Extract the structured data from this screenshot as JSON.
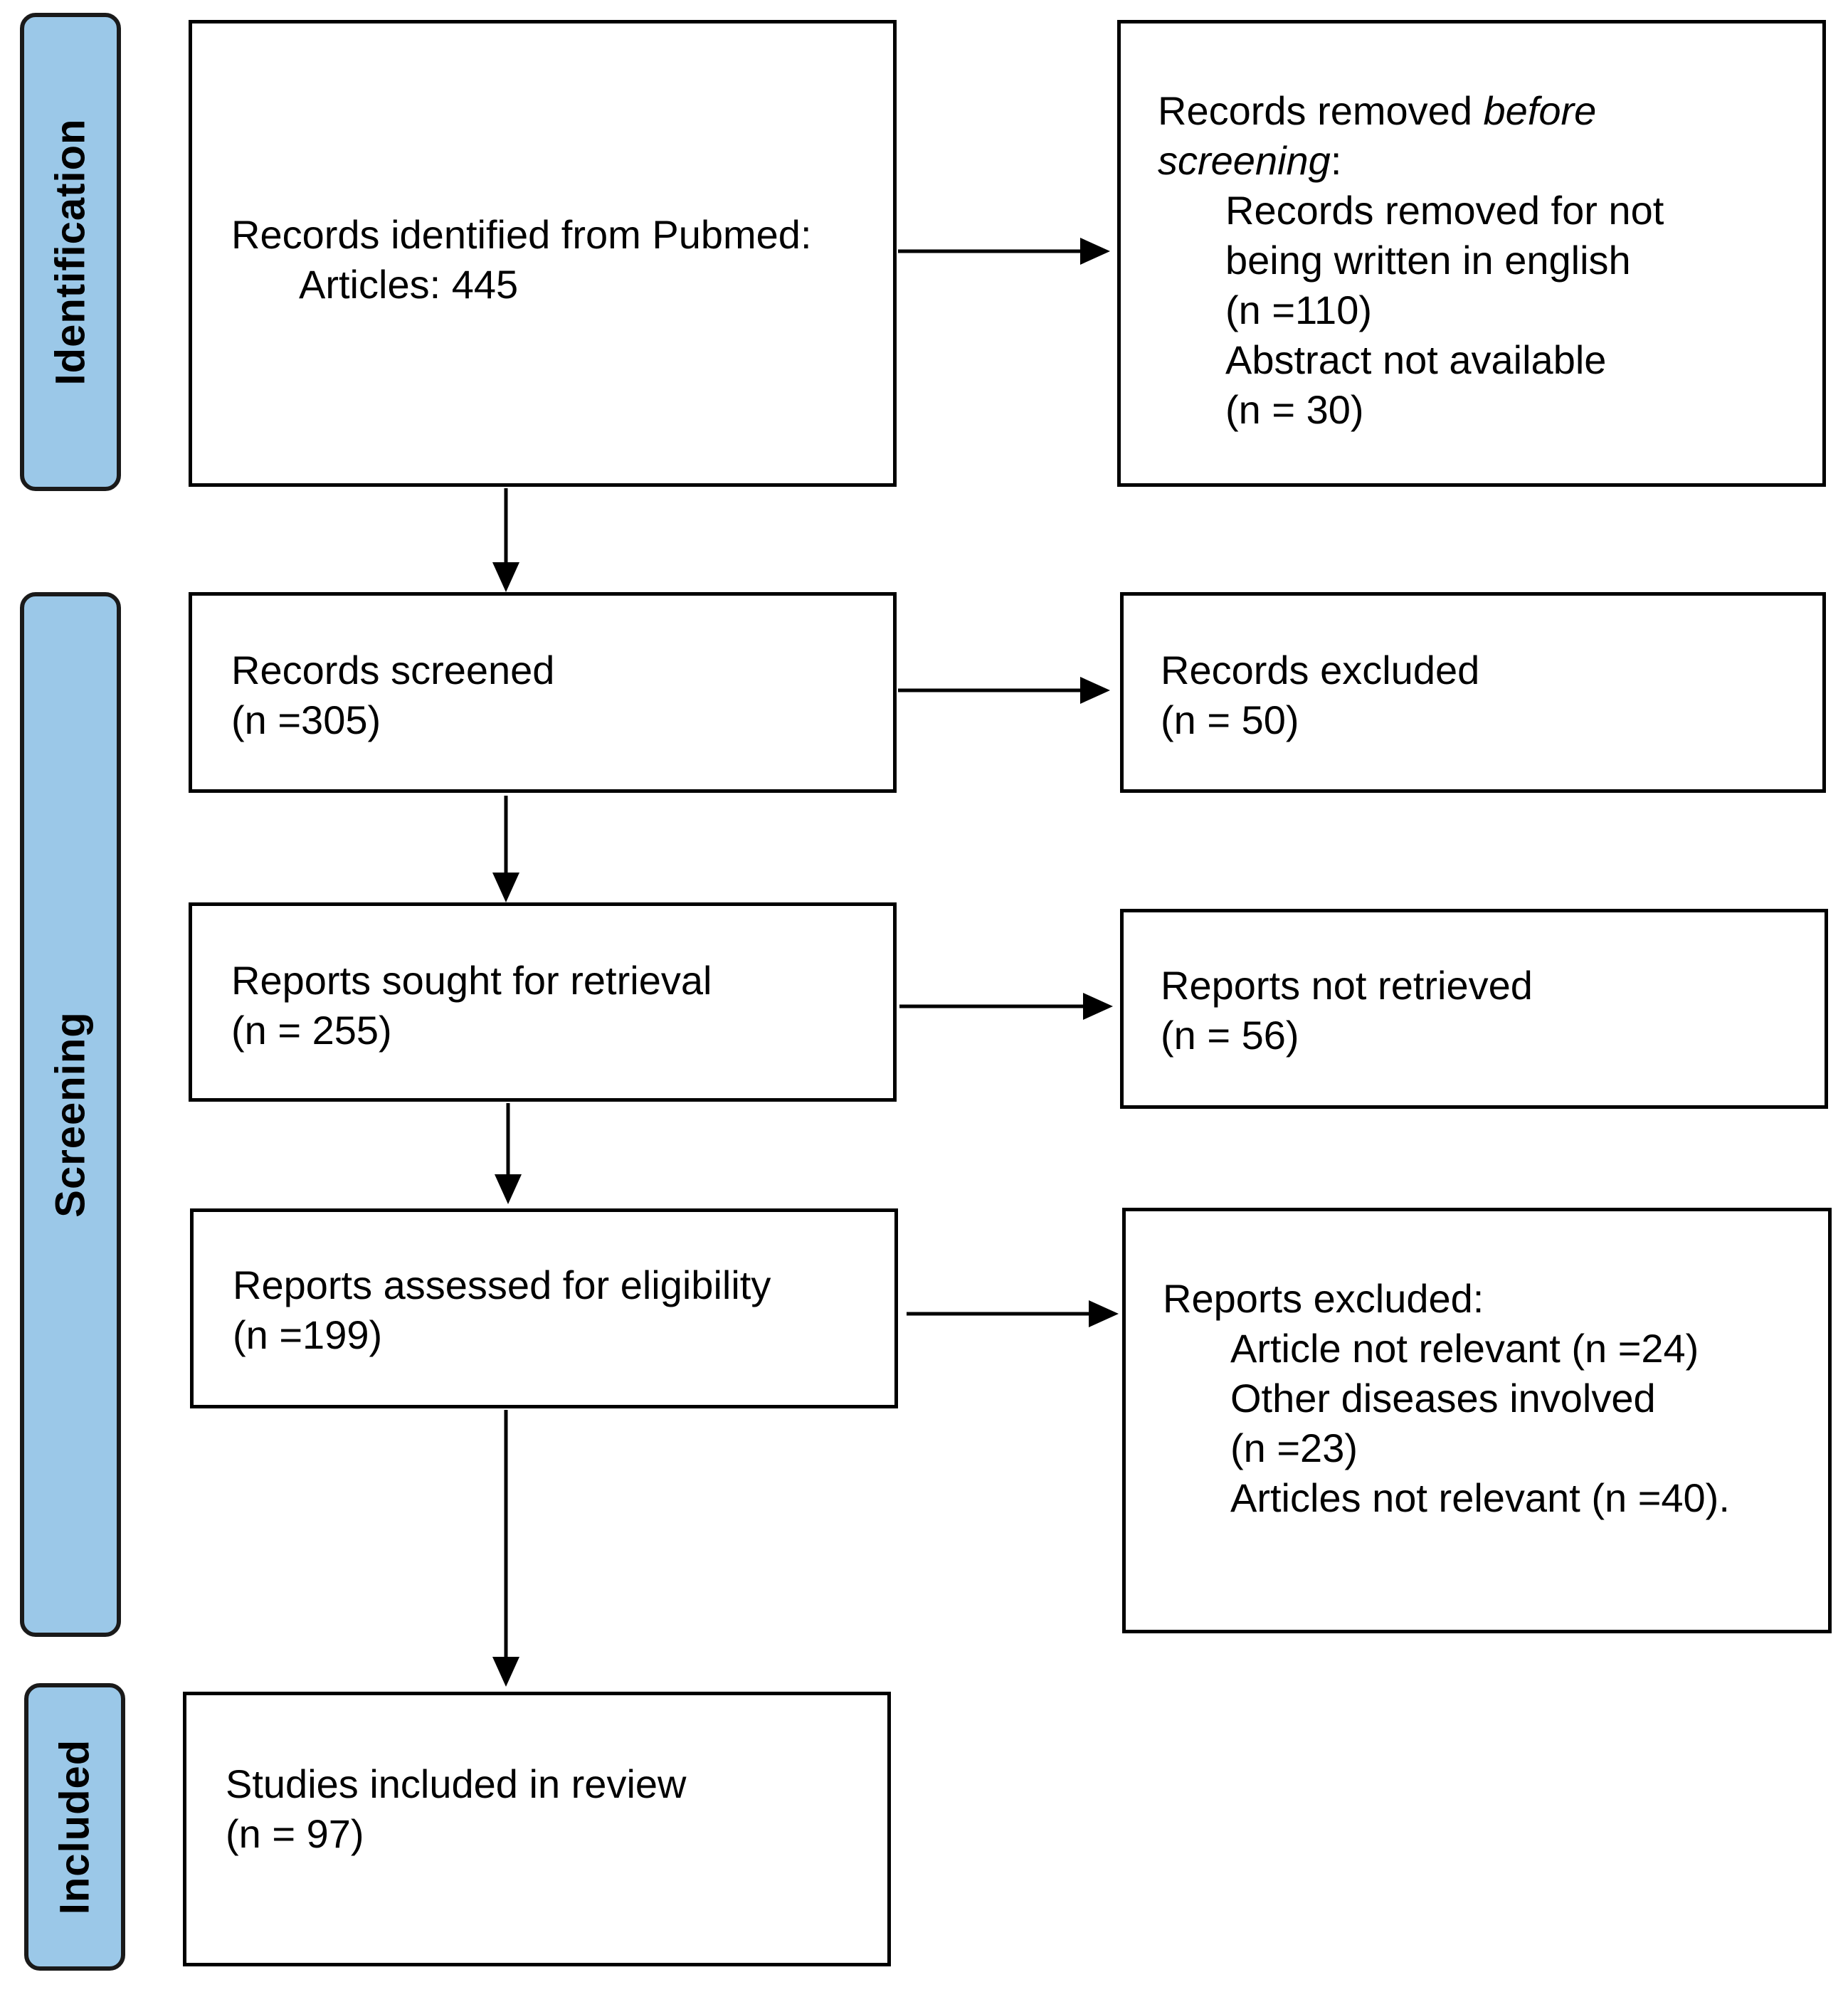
{
  "phases": {
    "identification": "Identification",
    "screening": "Screening",
    "included": "Included"
  },
  "boxes": {
    "identified": {
      "line1": "Records identified from Pubmed:",
      "line2": "Articles: 445"
    },
    "removed_before": {
      "line1_prefix": "Records removed ",
      "line1_italic": "before",
      "line2_italic": "screening",
      "line2_suffix": ":",
      "item1_line1": "Records removed for not",
      "item1_line2": "being written in english",
      "item1_line3": "(n =110)",
      "item2_line1": "Abstract not available",
      "item2_line2": "(n = 30)"
    },
    "screened": {
      "line1": "Records screened",
      "line2": "(n =305)"
    },
    "excluded": {
      "line1": "Records excluded",
      "line2": "(n = 50)"
    },
    "sought": {
      "line1": "Reports sought for retrieval",
      "line2": "(n = 255)"
    },
    "not_retrieved": {
      "line1": "Reports not retrieved",
      "line2": "(n = 56)"
    },
    "assessed": {
      "line1": "Reports assessed for eligibility",
      "line2": "(n =199)"
    },
    "reports_excluded": {
      "line1": "Reports excluded:",
      "item1": "Article not relevant (n =24)",
      "item2_line1": "Other diseases involved",
      "item2_line2": "(n =23)",
      "item3": "Articles not relevant (n =40)."
    },
    "included": {
      "line1": "Studies included in review",
      "line2": "(n = 97)"
    }
  }
}
